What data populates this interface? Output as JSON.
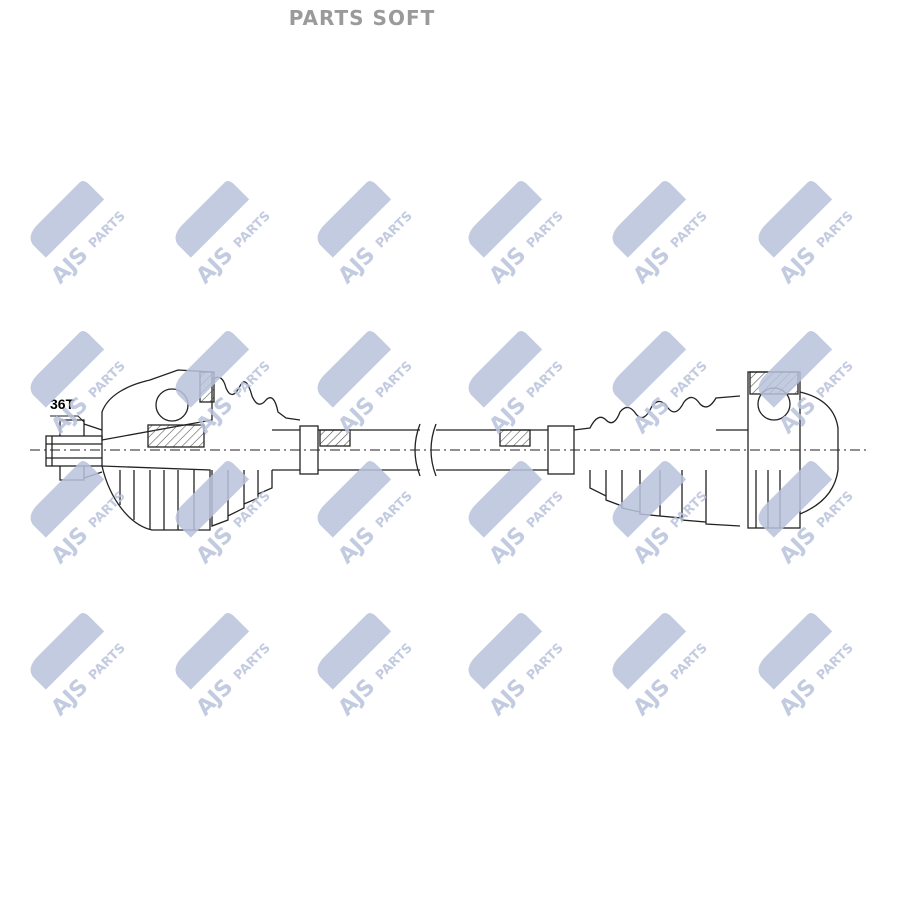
{
  "header": {
    "brand_text": "PARTS SOFT"
  },
  "watermark": {
    "text_main": "AJS",
    "text_sub": "PARTS",
    "color": "#b9c3dc"
  },
  "drawing": {
    "part": "drive-shaft",
    "spline_label": "36T",
    "line_color": "#222222",
    "hatch_color": "#555555"
  }
}
